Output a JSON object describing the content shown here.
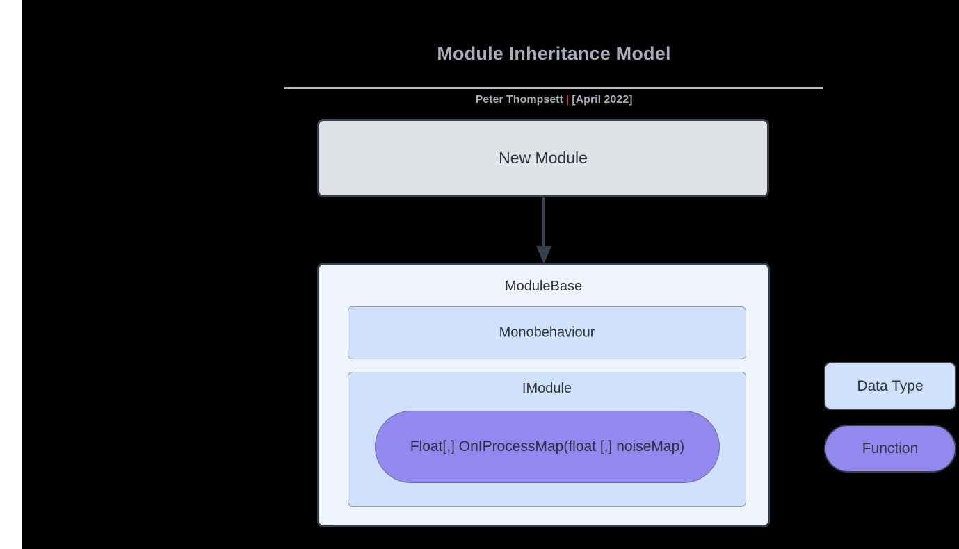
{
  "header": {
    "title": "Module Inheritance Model",
    "author": "Peter Thompsett",
    "separator": "|",
    "date": "[April 2022]"
  },
  "diagram": {
    "new_module": {
      "label": "New Module"
    },
    "arrow": {
      "name": "inheritance-arrow",
      "direction": "down"
    },
    "module_base": {
      "label": "ModuleBase",
      "children": [
        {
          "label": "Monobehaviour"
        },
        {
          "label": "IModule",
          "function": {
            "label": "Float[,] OnIProcessMap(float [,] noiseMap)"
          }
        }
      ]
    }
  },
  "legend": {
    "data_type": "Data Type",
    "function": "Function"
  },
  "colors": {
    "background": "#000000",
    "page_margin": "#ffffff",
    "title_text": "#a9adb9",
    "separator": "#c0334d",
    "rule": "#b6bac2",
    "new_module_fill": "#dfe2e7",
    "module_base_fill": "#eef3fd",
    "inner_box_fill": "#cfe1fb",
    "function_fill": "#9288f0",
    "node_border": "#37404d",
    "inner_border": "#8e9bab",
    "node_text": "#303440"
  }
}
